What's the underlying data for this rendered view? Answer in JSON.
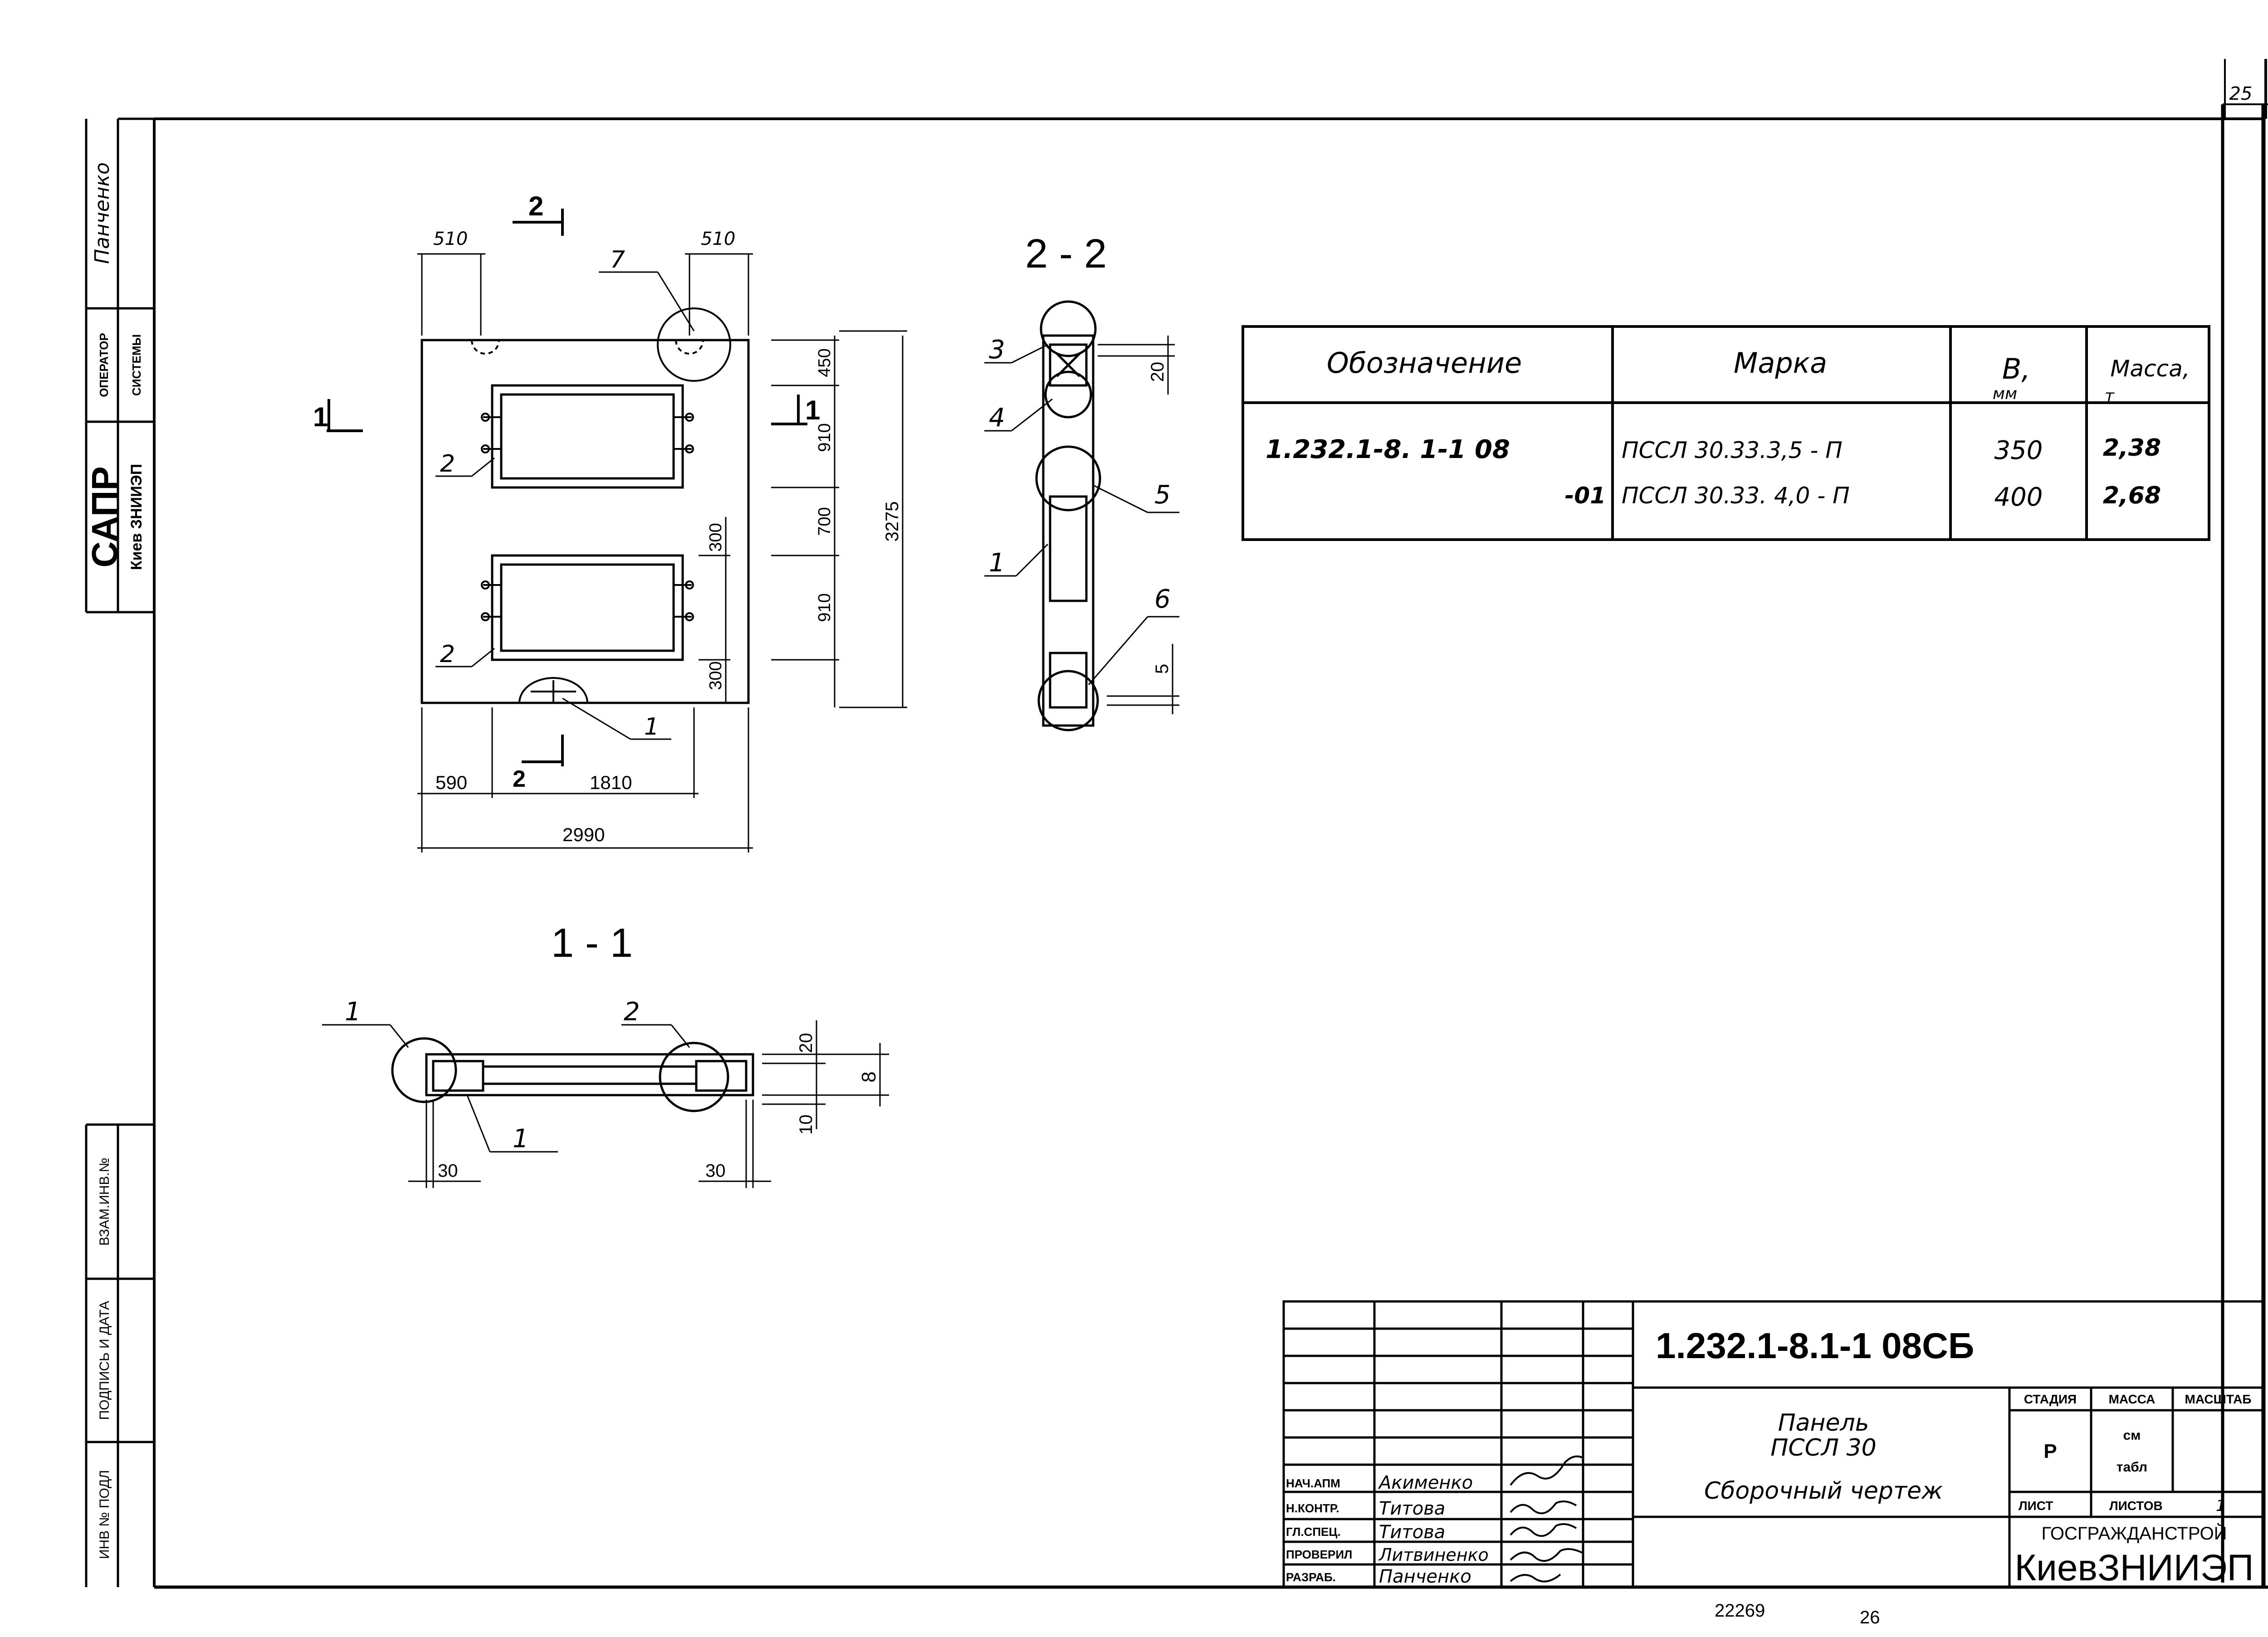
{
  "page_number": "25",
  "footer": {
    "archive_number": "22269",
    "sheet_number": "26"
  },
  "left_strip": {
    "name": "Панченко",
    "operator_label": "ОПЕРАТОР",
    "system_label": "СИСТЕМЫ",
    "sapr": "САПР",
    "org": "Киев ЗНИИЭП",
    "cells": [
      "ВЗАМ.ИНВ.№",
      "ПОДПИСЬ И ДАТА",
      "ИНВ № ПОДЛ"
    ]
  },
  "plan": {
    "section_mark": "2",
    "section_mark_left": "1",
    "dims": {
      "top_left": "510",
      "top_right": "510",
      "right_1": "450",
      "right_2": "910",
      "right_3": "700",
      "right_4": "910",
      "overall_height": "3275",
      "inner_1": "300",
      "inner_2": "300",
      "bottom_1": "590",
      "bottom_2": "1810",
      "overall_width": "2990"
    },
    "callouts": {
      "c7": "7",
      "c2a": "2",
      "c2b": "2",
      "c1": "1"
    }
  },
  "section_22": {
    "title": "2 - 2",
    "callouts": {
      "c3": "3",
      "c4": "4",
      "c5": "5",
      "c1": "1",
      "c6": "6"
    },
    "dims": {
      "top": "20",
      "bottom": "5"
    }
  },
  "section_11": {
    "title": "1 - 1",
    "callouts": {
      "c1_top": "1",
      "c2_top": "2",
      "c1_bottom": "1"
    },
    "dims": {
      "d20": "20",
      "d8": "8",
      "d10": "10",
      "left": "30",
      "right": "30"
    }
  },
  "spec_table": {
    "headers": {
      "designation": "Обозначение",
      "mark": "Марка",
      "b": "B,",
      "b_unit": "мм",
      "mass": "Масса,",
      "mass_unit": "т"
    },
    "rows": [
      {
        "designation": "1.232.1-8. 1-1 08",
        "mark": "ПССЛ 30.33.3,5 - П",
        "b": "350",
        "mass": "2,38"
      },
      {
        "designation": "-01",
        "mark": "ПССЛ 30.33. 4,0 - П",
        "b": "400",
        "mass": "2,68"
      }
    ]
  },
  "title_block": {
    "code": "1.232.1-8.1-1 08СБ",
    "name_line1": "Панель",
    "name_line2": "ПССЛ 30",
    "doc_type": "Сборочный чертеж",
    "stage_h": "СТАДИЯ",
    "mass_h": "МАССА",
    "scale_h": "МАСШТАБ",
    "stage": "Р",
    "mass_v1": "см",
    "mass_v2": "табл",
    "sheet_h": "ЛИСТ",
    "sheets_h": "ЛИСТОВ",
    "sheets": "1",
    "org1": "ГОСГРАЖДАНСТРОЙ",
    "org2": "КиевЗНИИЭП",
    "roles": [
      {
        "role": "НАЧ.АПМ",
        "name": "Акименко"
      },
      {
        "role": "Н.КОНТР.",
        "name": "Титова"
      },
      {
        "role": "ГЛ.СПЕЦ.",
        "name": "Титова"
      },
      {
        "role": "ПРОВЕРИЛ",
        "name": "Литвиненко"
      },
      {
        "role": "РАЗРАБ.",
        "name": "Панченко"
      }
    ]
  }
}
